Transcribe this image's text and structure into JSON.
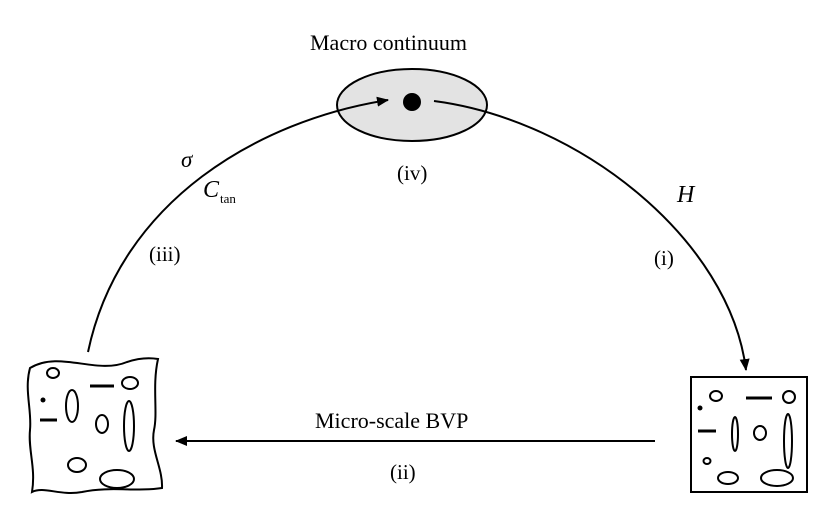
{
  "diagram": {
    "title": "Macro continuum",
    "step_iv": "(iv)",
    "stress_symbol": "σ",
    "tangent_symbol": "C",
    "tangent_subscript": "tan",
    "step_iii": "(iii)",
    "deformation_symbol": "H",
    "step_i": "(i)",
    "bvp_label": "Micro-scale BVP",
    "step_ii": "(ii)"
  }
}
